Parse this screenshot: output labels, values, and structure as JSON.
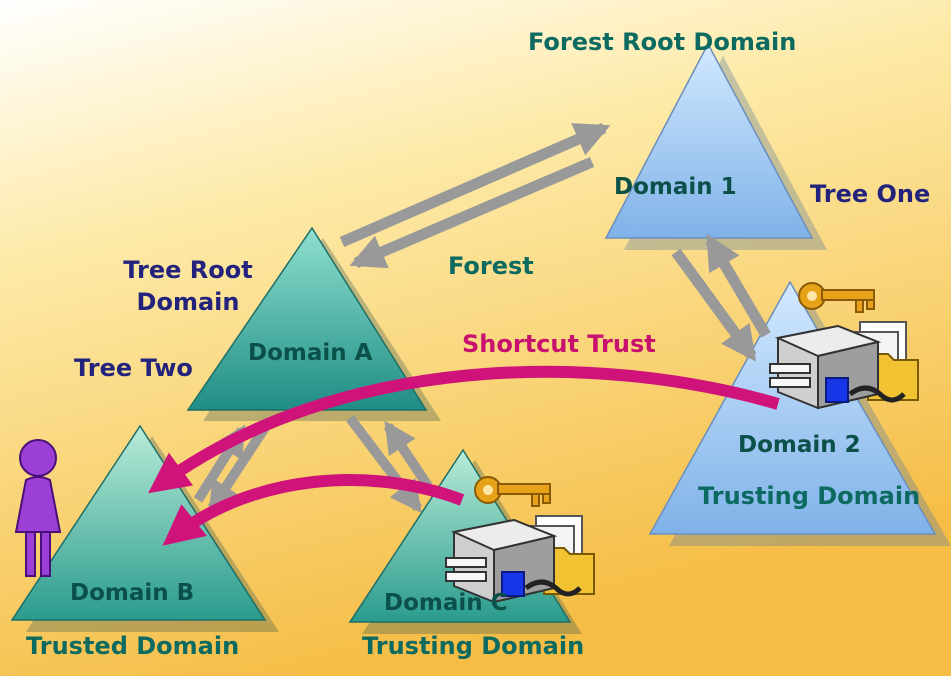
{
  "labels": {
    "forest_root_domain": "Forest Root Domain",
    "domain_1": "Domain 1",
    "tree_one": "Tree One",
    "tree_root_domain_line1": "Tree Root",
    "tree_root_domain_line2": "Domain",
    "forest": "Forest",
    "shortcut_trust": "Shortcut Trust",
    "tree_two": "Tree Two",
    "domain_a": "Domain A",
    "domain_2": "Domain 2",
    "trusting_domain_2": "Trusting Domain",
    "domain_b": "Domain B",
    "trusted_domain": "Trusted Domain",
    "domain_c": "Domain C",
    "trusting_domain_c": "Trusting Domain"
  },
  "colors": {
    "background_top": "#ffffff",
    "background_bottom": "#f5c04a",
    "blue_domain": "#9ec8f2",
    "green_domain": "#3aa79b",
    "shortcut_arrow": "#d0137a",
    "trust_arrow": "#9a9a9a",
    "user_figure": "#9b3fd6",
    "key": "#e8a21a"
  },
  "icons": [
    "user-icon",
    "server-key-icon",
    "server-key-icon"
  ]
}
